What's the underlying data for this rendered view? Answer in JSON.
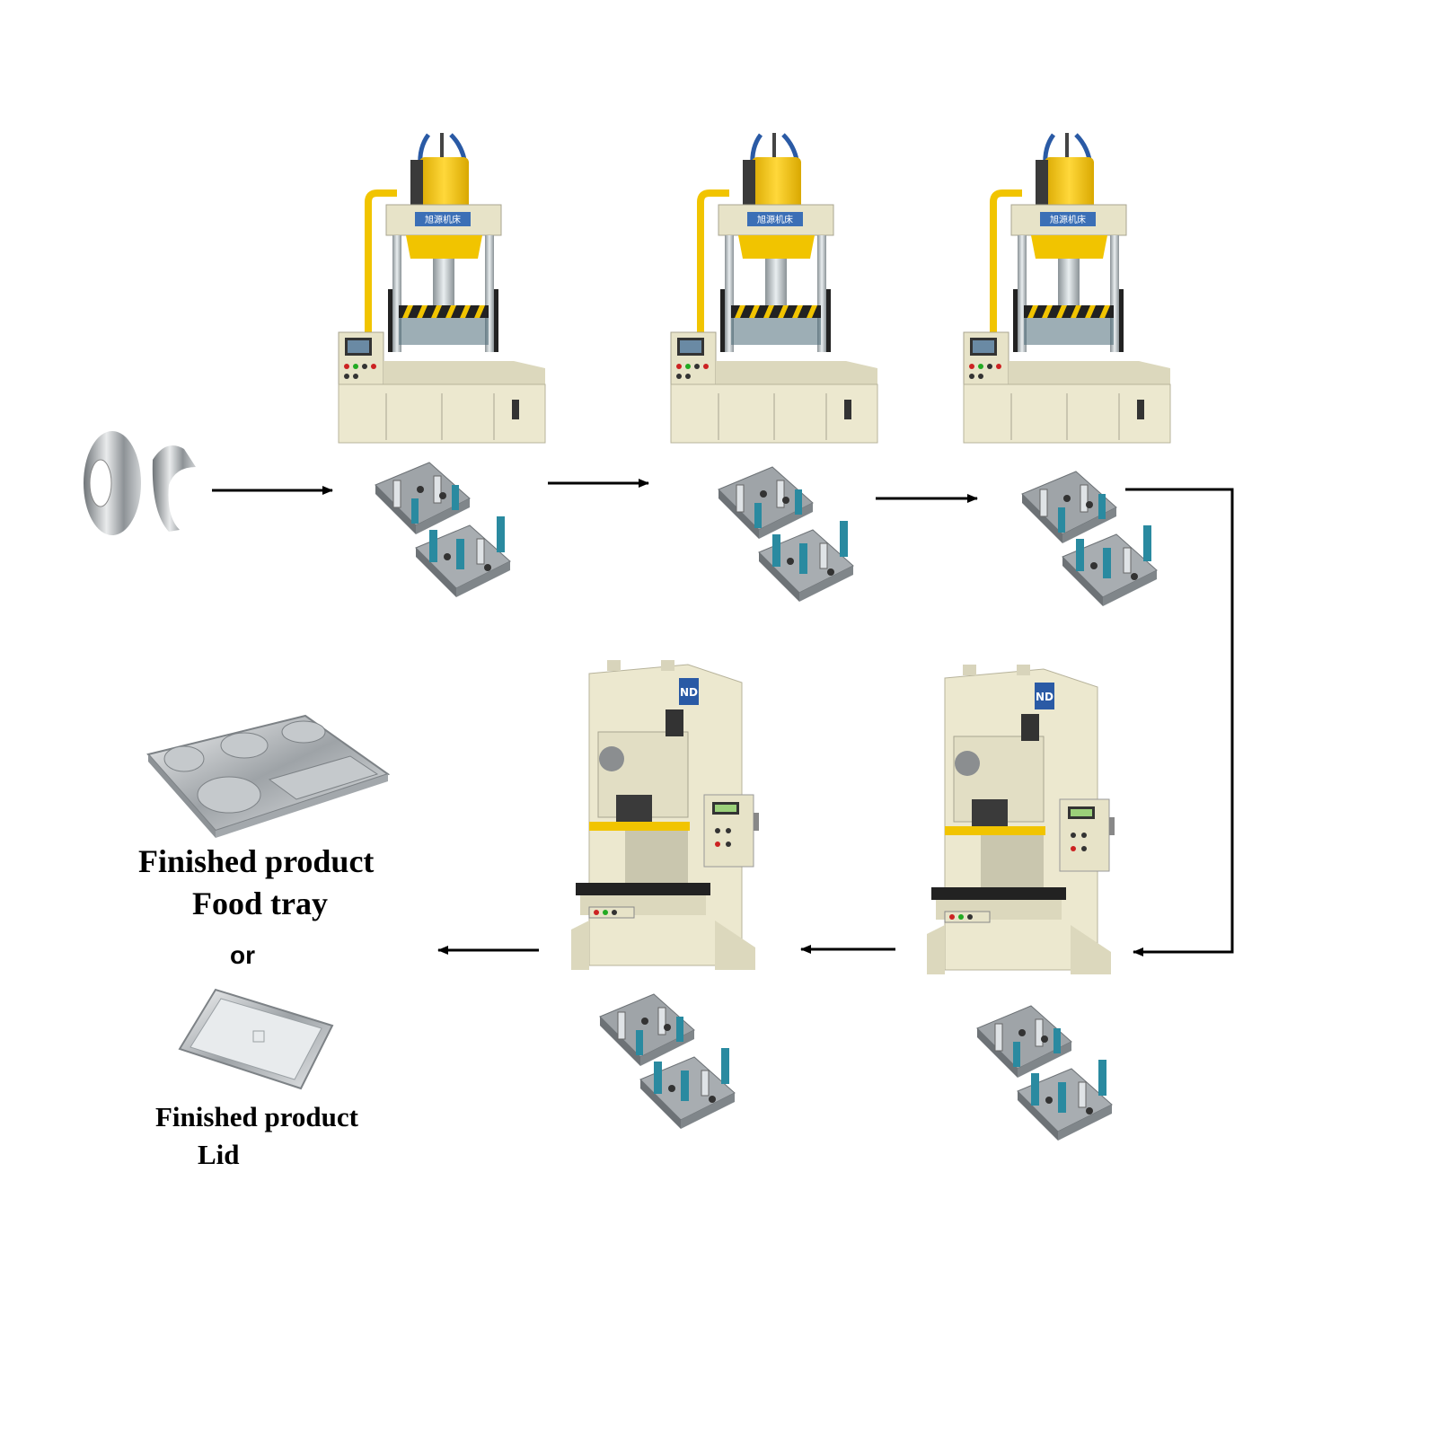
{
  "products": {
    "food_tray_line1": "Finished product",
    "food_tray_line2": "Food tray",
    "or_label": "or",
    "lid_line1": "Finished product",
    "lid_line2": "Lid"
  },
  "machines": {
    "hydraulic_press_brand": "旭源机床",
    "punch_press_brand": "ND"
  },
  "colors": {
    "press_body": "#ece8cf",
    "cylinder": "#f1c400",
    "frame": "#c9c6ae",
    "arrow": "#000000",
    "die_blue": "#2a8aa0",
    "steel": "#b9bcbf"
  },
  "icons": [
    "steel-coil-icon",
    "hydraulic-press-icon",
    "die-set-icon",
    "punch-press-icon",
    "food-tray-icon",
    "lid-icon",
    "arrow-right-icon",
    "arrow-left-icon"
  ]
}
